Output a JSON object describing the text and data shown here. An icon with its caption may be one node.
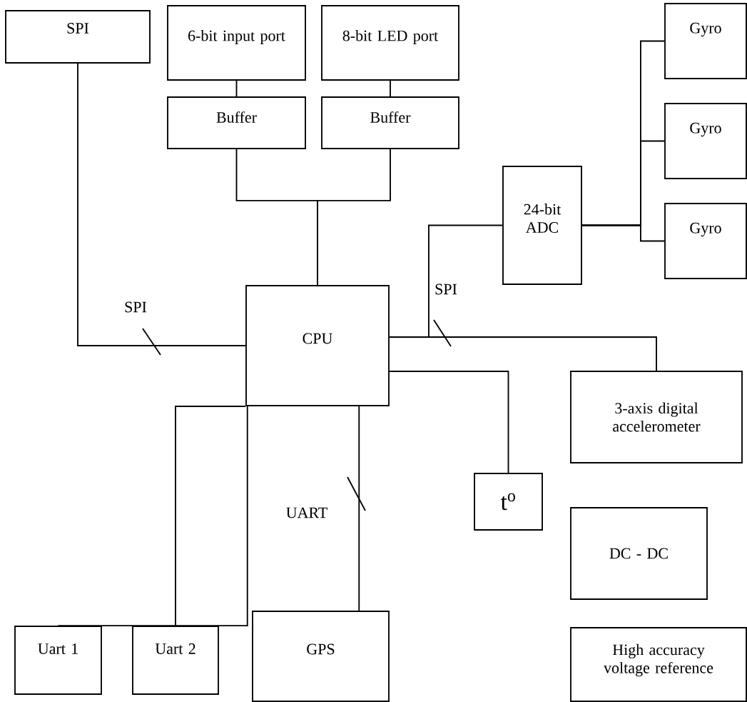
{
  "diagram": {
    "nodes": [
      {
        "text": [
          "SPI"
        ]
      },
      {
        "text": [
          "6-bit input port"
        ]
      },
      {
        "text": [
          "8-bit LED port"
        ]
      },
      {
        "text": [
          "Buffer"
        ]
      },
      {
        "text": [
          "Buffer"
        ]
      },
      {
        "text": [
          "Gyro"
        ]
      },
      {
        "text": [
          "Gyro"
        ]
      },
      {
        "text": [
          "Gyro"
        ]
      },
      {
        "text": [
          "24-bit ADC"
        ]
      },
      {
        "text": [
          "CPU"
        ]
      },
      {
        "text": [
          "3-axis digital accelerometer"
        ]
      },
      {
        "text": [
          "t$^{o}$"
        ]
      },
      {
        "text": [
          "DC - DC"
        ]
      },
      {
        "text": [
          "Uart 1"
        ]
      },
      {
        "text": [
          "Uart 2"
        ]
      },
      {
        "text": [
          "GPS"
        ]
      },
      {
        "text": [
          "High accuracy voltage reference"
        ]
      }
    ],
    "edges": [
      {
        "from": 0,
        "to": 9,
        "arrow": "none",
        "label": "SPI"
      },
      {
        "from": 1,
        "to": 3,
        "arrow": "none"
      },
      {
        "from": 2,
        "to": 4,
        "arrow": "none"
      },
      {
        "from": 3,
        "to": 9,
        "arrow": "none"
      },
      {
        "from": 4,
        "to": 9,
        "arrow": "none"
      },
      {
        "from": 8,
        "to": 5,
        "arrow": "none"
      },
      {
        "from": 8,
        "to": 6,
        "arrow": "none"
      },
      {
        "from": 8,
        "to": 7,
        "arrow": "none"
      },
      {
        "from": 9,
        "to": 8,
        "arrow": "none",
        "label": "SPI"
      },
      {
        "from": 9,
        "to": 10,
        "arrow": "none"
      },
      {
        "from": 9,
        "to": 11,
        "arrow": "none"
      },
      {
        "from": 9,
        "to": 14,
        "arrow": "none"
      },
      {
        "from": 9,
        "to": 13,
        "arrow": "none"
      },
      {
        "from": 9,
        "to": 15,
        "arrow": "none",
        "label": "UART"
      }
    ]
  }
}
